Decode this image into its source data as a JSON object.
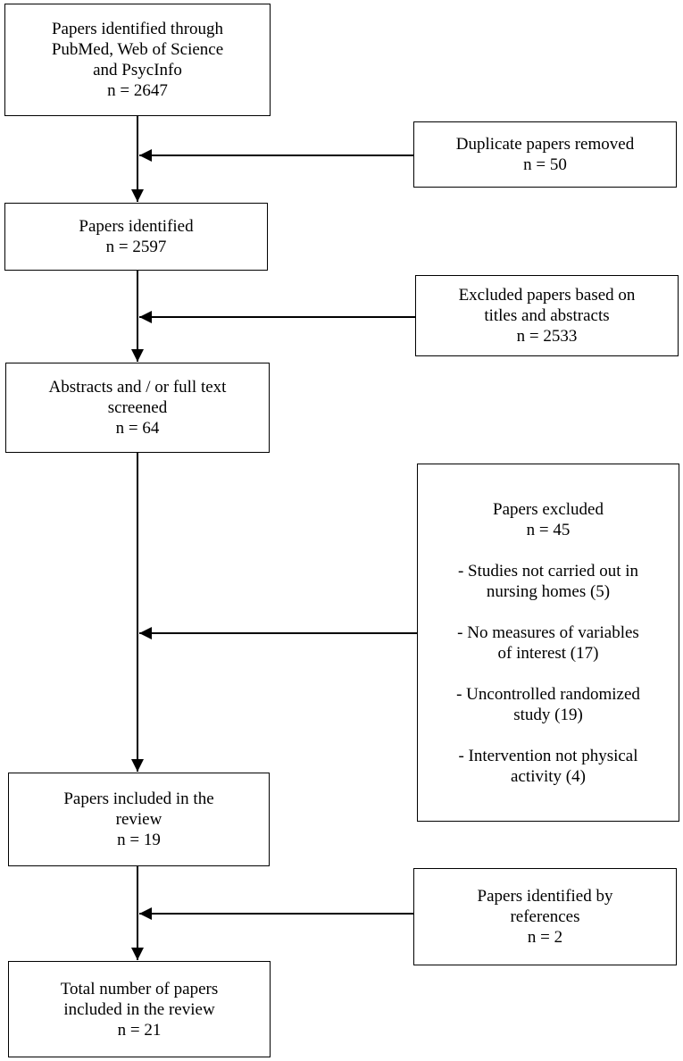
{
  "flowchart": {
    "main_boxes": [
      {
        "id": "identified",
        "lines": [
          "Papers identified through",
          "PubMed, Web of Science",
          "and PsycInfo",
          "n = 2647"
        ]
      },
      {
        "id": "after_dedup",
        "lines": [
          "Papers identified",
          "n = 2597"
        ]
      },
      {
        "id": "screened",
        "lines": [
          "Abstracts and / or full text",
          "screened",
          "n = 64"
        ]
      },
      {
        "id": "included",
        "lines": [
          "Papers included in the",
          "review",
          "n = 19"
        ]
      },
      {
        "id": "total",
        "lines": [
          "Total number of papers",
          "included in the review",
          "n = 21"
        ]
      }
    ],
    "side_boxes": [
      {
        "id": "duplicates",
        "lines": [
          "Duplicate papers removed",
          "n = 50"
        ]
      },
      {
        "id": "excluded_titles",
        "lines": [
          "Excluded papers based on",
          "titles and abstracts",
          "n = 2533"
        ]
      },
      {
        "id": "excluded_full",
        "header": [
          "Papers excluded",
          "n = 45"
        ],
        "reasons": [
          [
            "- Studies not carried out in",
            "nursing homes (5)"
          ],
          [
            "- No measures of variables",
            "of interest (17)"
          ],
          [
            "- Uncontrolled randomized",
            "study (19)"
          ],
          [
            "- Intervention not physical",
            "activity (4)"
          ]
        ]
      },
      {
        "id": "by_references",
        "lines": [
          "Papers identified by",
          "references",
          "n = 2"
        ]
      }
    ]
  }
}
